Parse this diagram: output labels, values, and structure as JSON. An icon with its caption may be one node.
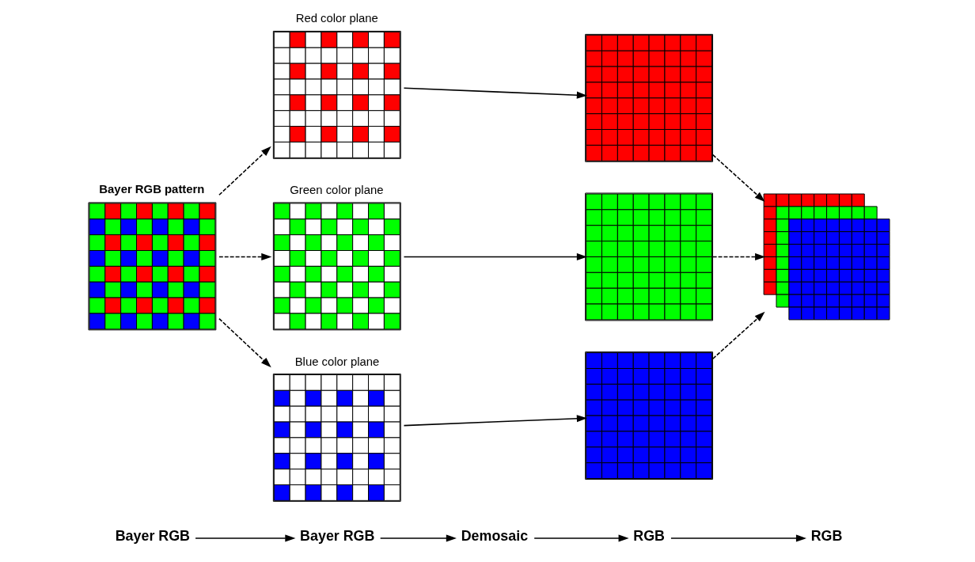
{
  "diagram": {
    "nodes": [
      {
        "text": [
          "Bayer RGB"
        ]
      },
      {
        "text": [
          "Bayer RGB"
        ]
      },
      {
        "text": [
          "Demosaic"
        ]
      },
      {
        "text": [
          "RGB"
        ]
      },
      {
        "text": [
          "RGB"
        ]
      },
      {
        "text": [
          "Bayer RGB pattern"
        ]
      },
      {
        "text": [
          "Red color plane"
        ]
      },
      {
        "text": [
          "Green color plane"
        ]
      },
      {
        "text": [
          "Blue color plane"
        ]
      },
      {
        "text": [],
        "shape": "picture"
      },
      {
        "text": [],
        "shape": "picture"
      },
      {
        "text": [],
        "shape": "picture"
      },
      {
        "text": [],
        "shape": "picture"
      }
    ],
    "edges": [
      {
        "from": 0,
        "to": 1,
        "arrow": "to"
      },
      {
        "from": 1,
        "to": 2,
        "arrow": "to"
      },
      {
        "from": 2,
        "to": 3,
        "arrow": "to"
      },
      {
        "from": 3,
        "to": 4,
        "arrow": "to"
      },
      {
        "from": 5,
        "to": 6,
        "arrow": "to",
        "style": "dashed"
      },
      {
        "from": 5,
        "to": 7,
        "arrow": "to",
        "style": "dashed"
      },
      {
        "from": 5,
        "to": 8,
        "arrow": "to",
        "style": "dashed"
      },
      {
        "from": 6,
        "to": 9,
        "arrow": "to"
      },
      {
        "from": 7,
        "to": 10,
        "arrow": "to"
      },
      {
        "from": 8,
        "to": 11,
        "arrow": "to"
      },
      {
        "from": 9,
        "to": 12,
        "arrow": "to",
        "style": "dashed"
      },
      {
        "from": 10,
        "to": 12,
        "arrow": "to",
        "style": "dashed"
      },
      {
        "from": 11,
        "to": 12,
        "arrow": "to",
        "style": "dashed"
      }
    ]
  }
}
